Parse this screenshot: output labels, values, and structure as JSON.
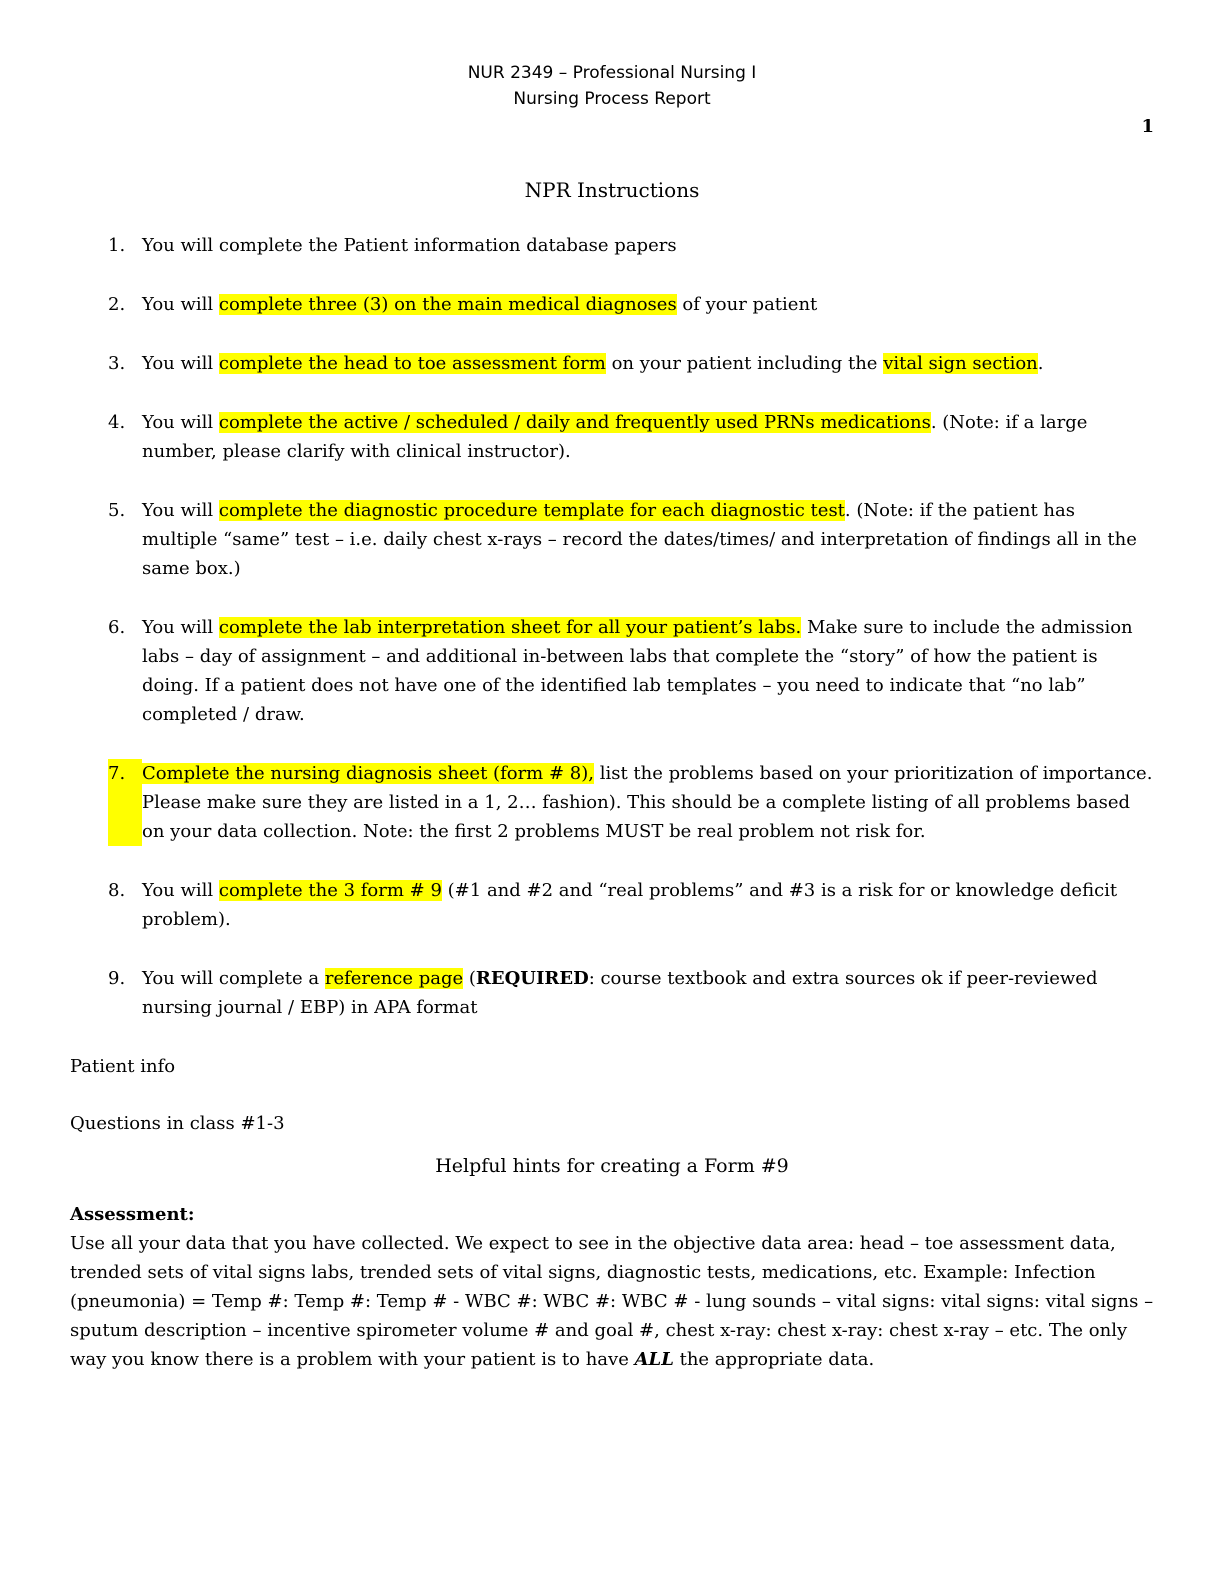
{
  "colors": {
    "highlight": "#ffff00",
    "text": "#000000",
    "background": "#ffffff"
  },
  "header": {
    "line1": "NUR 2349 – Professional Nursing I",
    "line2": "Nursing Process Report",
    "page_number": "1"
  },
  "title": "NPR Instructions",
  "instructions": [
    {
      "number": "1.",
      "number_highlighted": false,
      "segments": [
        {
          "text": "You will complete the Patient information database papers"
        }
      ]
    },
    {
      "number": "2.",
      "number_highlighted": false,
      "segments": [
        {
          "text": "You will "
        },
        {
          "text": "complete three (3) on the main medical diagnoses",
          "highlight": true
        },
        {
          "text": " of your patient"
        }
      ]
    },
    {
      "number": "3.",
      "number_highlighted": false,
      "segments": [
        {
          "text": "You will "
        },
        {
          "text": "complete the head to toe assessment form",
          "highlight": true
        },
        {
          "text": " on your patient including the "
        },
        {
          "text": "vital sign section",
          "highlight": true
        },
        {
          "text": "."
        }
      ]
    },
    {
      "number": "4.",
      "number_highlighted": false,
      "segments": [
        {
          "text": "You will "
        },
        {
          "text": "complete the active / scheduled / daily and frequently used PRNs medications",
          "highlight": true
        },
        {
          "text": ". (Note: if a large number, please clarify with clinical instructor)."
        }
      ]
    },
    {
      "number": "5.",
      "number_highlighted": false,
      "segments": [
        {
          "text": "You will "
        },
        {
          "text": "complete the diagnostic procedure template for each diagnostic test",
          "highlight": true
        },
        {
          "text": ". (Note: if the patient has multiple “same” test – i.e. daily chest x-rays – record the dates/times/ and interpretation of findings all in the same box.)"
        }
      ]
    },
    {
      "number": "6.",
      "number_highlighted": false,
      "segments": [
        {
          "text": "You will "
        },
        {
          "text": "complete the lab interpretation sheet for all your patient’s labs.",
          "highlight": true
        },
        {
          "text": " Make sure to include the admission labs – day of assignment – and additional in-between labs that complete the “story” of how the patient is doing. If a patient does not have one of the identified lab templates – you need to indicate that “no lab” completed / draw."
        }
      ]
    },
    {
      "number": "7.",
      "number_highlighted": true,
      "segments": [
        {
          "text": "Complete the nursing diagnosis sheet (form # 8),",
          "highlight": true
        },
        {
          "text": " list the problems based on your prioritization of importance. Please make sure they are listed in a 1, 2…  fashion). This should be a complete listing of all problems based on your data collection. Note: the first 2 problems MUST be real problem not risk for."
        }
      ]
    },
    {
      "number": "8.",
      "number_highlighted": false,
      "segments": [
        {
          "text": "You will "
        },
        {
          "text": "complete the 3 form # 9",
          "highlight": true
        },
        {
          "text": " (#1 and #2 and “real problems” and #3 is a risk for or knowledge deficit problem)."
        }
      ]
    },
    {
      "number": "9.",
      "number_highlighted": false,
      "segments": [
        {
          "text": "You will complete a "
        },
        {
          "text": "reference page",
          "highlight": true
        },
        {
          "text": " ("
        },
        {
          "text": "REQUIRED",
          "bold": true
        },
        {
          "text": ": course textbook and extra sources ok if peer-reviewed nursing journal / EBP) in APA format"
        }
      ]
    }
  ],
  "footer": {
    "patient_info": "Patient info",
    "questions": "Questions in class #1-3",
    "hints_title": "Helpful hints for creating a Form #9",
    "assessment_heading": "Assessment:",
    "assessment_segments": [
      {
        "text": "Use all your data that you have collected. We expect to see in the objective data area: head – toe assessment data, trended sets of vital signs labs, trended sets of vital signs, diagnostic tests, medications, etc. Example: Infection (pneumonia) = Temp #: Temp #: Temp # - WBC #: WBC #: WBC # - lung sounds – vital signs: vital signs: vital signs – sputum description – incentive spirometer volume # and goal #, chest x-ray: chest x-ray: chest x-ray – etc. The only way you know there is a problem with your patient is to have "
      },
      {
        "text": "ALL",
        "bold": true,
        "italic": true
      },
      {
        "text": " the appropriate data."
      }
    ]
  }
}
